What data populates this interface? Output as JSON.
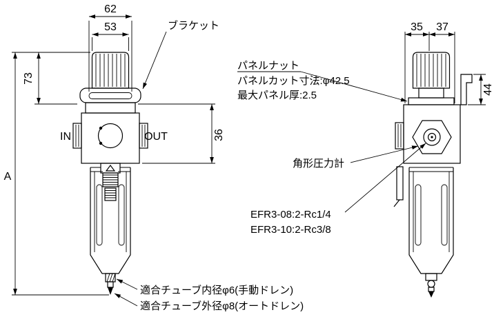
{
  "front_view": {
    "dim_62": "62",
    "dim_53": "53",
    "dim_73": "73",
    "dim_A": "A",
    "dim_36": "36",
    "label_in": "IN",
    "label_out": "OUT",
    "label_bracket": "ブラケット"
  },
  "side_view": {
    "dim_35": "35",
    "dim_37": "37",
    "dim_44": "44"
  },
  "annotations": {
    "panel_nut": "パネルナット",
    "panel_cut": "パネルカット寸法:φ42.5",
    "panel_thickness": "最大パネル厚:2.5",
    "gauge": "角形圧力計",
    "port_spec_1": "EFR3-08:2-Rc1/4",
    "port_spec_2": "EFR3-10:2-Rc3/8",
    "drain_manual": "適合チューブ内径φ6(手動ドレン)",
    "drain_auto": "適合チューブ外径φ8(オートドレン)"
  }
}
